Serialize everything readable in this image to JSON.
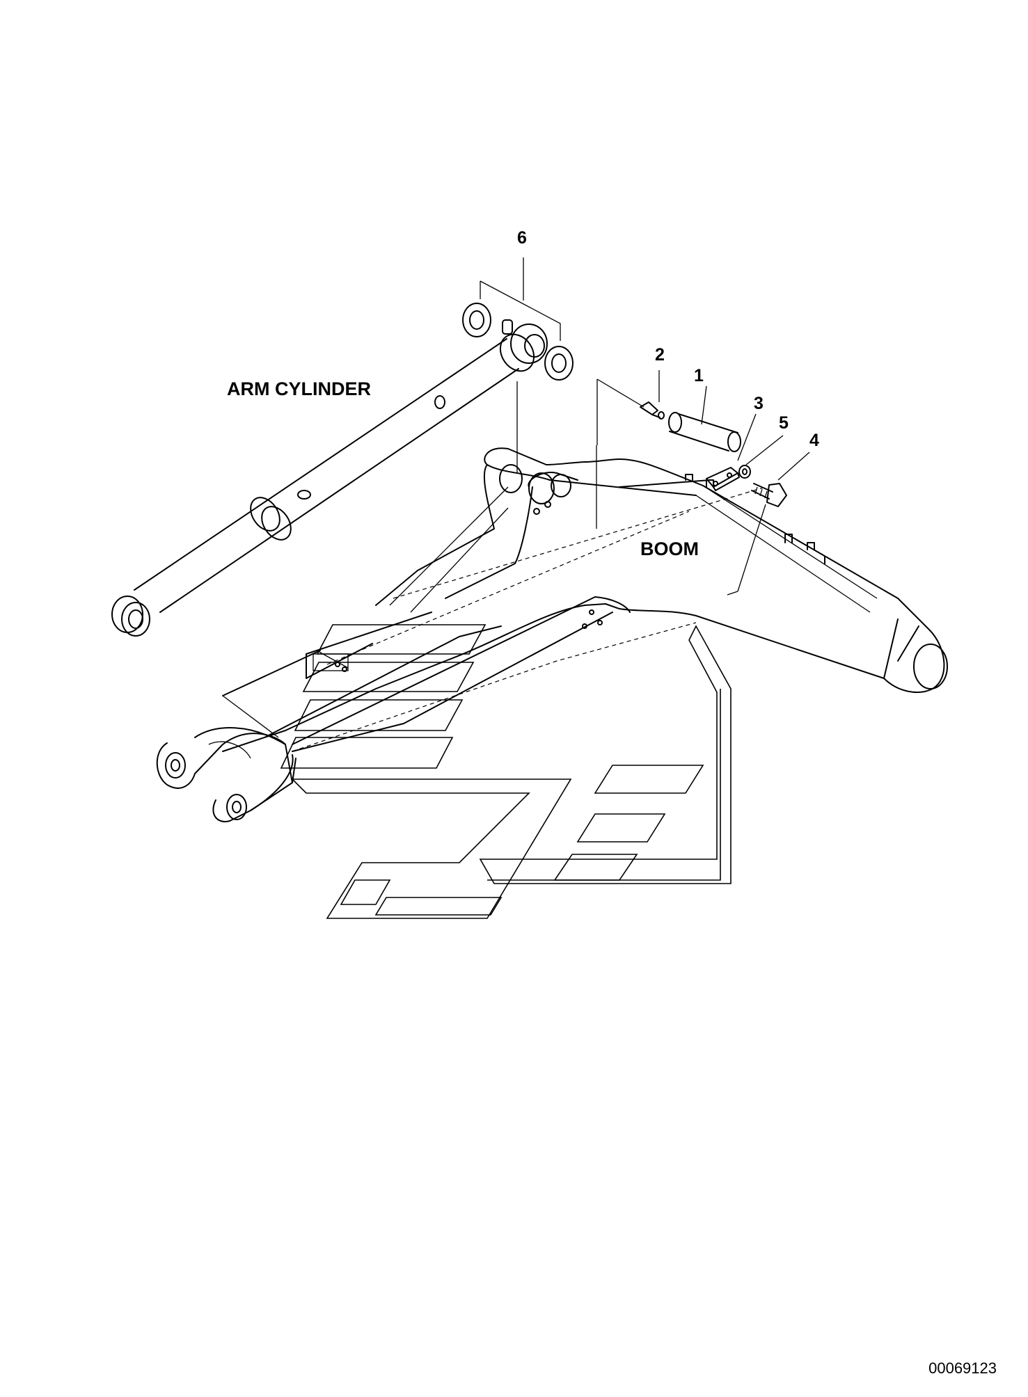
{
  "diagram": {
    "callouts": [
      {
        "id": "1",
        "text": "1"
      },
      {
        "id": "2",
        "text": "2"
      },
      {
        "id": "3",
        "text": "3"
      },
      {
        "id": "4",
        "text": "4"
      },
      {
        "id": "5",
        "text": "5"
      },
      {
        "id": "6",
        "text": "6"
      }
    ],
    "labels": {
      "arm_cylinder": "ARM CYLINDER",
      "boom": "BOOM"
    },
    "figure_number": "00069123"
  }
}
